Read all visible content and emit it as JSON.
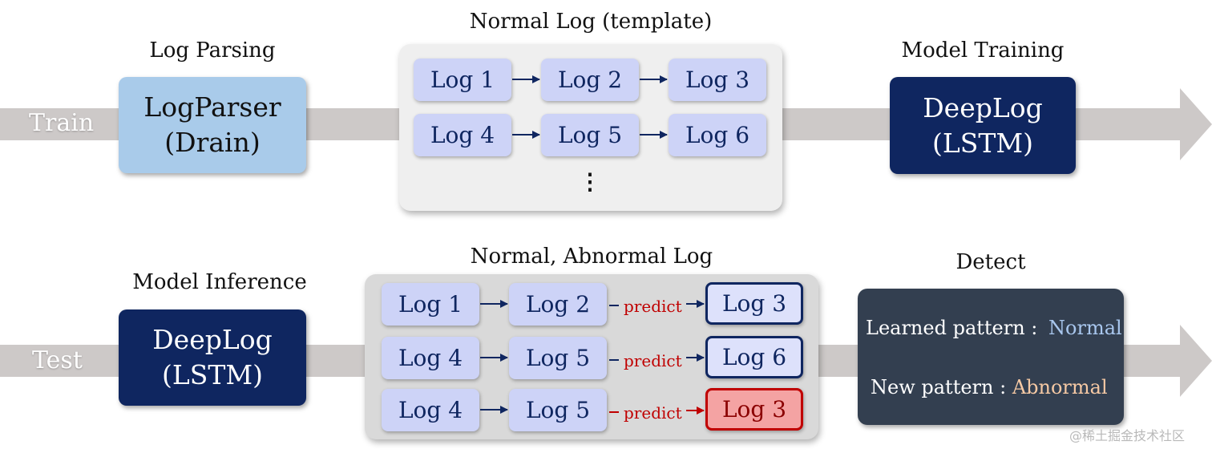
{
  "train_lane": {
    "label": "Train",
    "parsing": {
      "caption": "Log Parsing",
      "line1": "LogParser",
      "line2": "(Drain)"
    },
    "normal": {
      "caption": "Normal Log (template)",
      "row1": [
        "Log 1",
        "Log 2",
        "Log 3"
      ],
      "row2": [
        "Log 4",
        "Log 5",
        "Log 6"
      ],
      "ellipsis": "⋮"
    },
    "training": {
      "caption": "Model Training",
      "line1": "DeepLog",
      "line2": "(LSTM)"
    }
  },
  "test_lane": {
    "label": "Test",
    "inference": {
      "caption": "Model Inference",
      "line1": "DeepLog",
      "line2": "(LSTM)"
    },
    "mixed": {
      "caption": "Normal, Abnormal Log",
      "rows": [
        {
          "a": "Log 1",
          "b": "Log 2",
          "predict": "predict",
          "c": "Log 3",
          "status": "normal"
        },
        {
          "a": "Log 4",
          "b": "Log 5",
          "predict": "predict",
          "c": "Log 6",
          "status": "normal"
        },
        {
          "a": "Log 4",
          "b": "Log 5",
          "predict": "predict",
          "c": "Log 3",
          "status": "abnormal"
        }
      ]
    },
    "detect": {
      "caption": "Detect",
      "learned_label": "Learned pattern :",
      "learned_value": "Normal",
      "new_label": "New pattern :",
      "new_value": "Abnormal"
    }
  },
  "colors": {
    "lane_arrow": "#cdc9c8",
    "dark_navy": "#0f2660",
    "light_blue": "#a9cbea",
    "log_fill": "#cdd3f7",
    "abnormal_red": "#c00000",
    "normal_text": "#a9c7ee",
    "abnormal_text": "#f6c9a4"
  },
  "watermark": "@稀土掘金技术社区"
}
